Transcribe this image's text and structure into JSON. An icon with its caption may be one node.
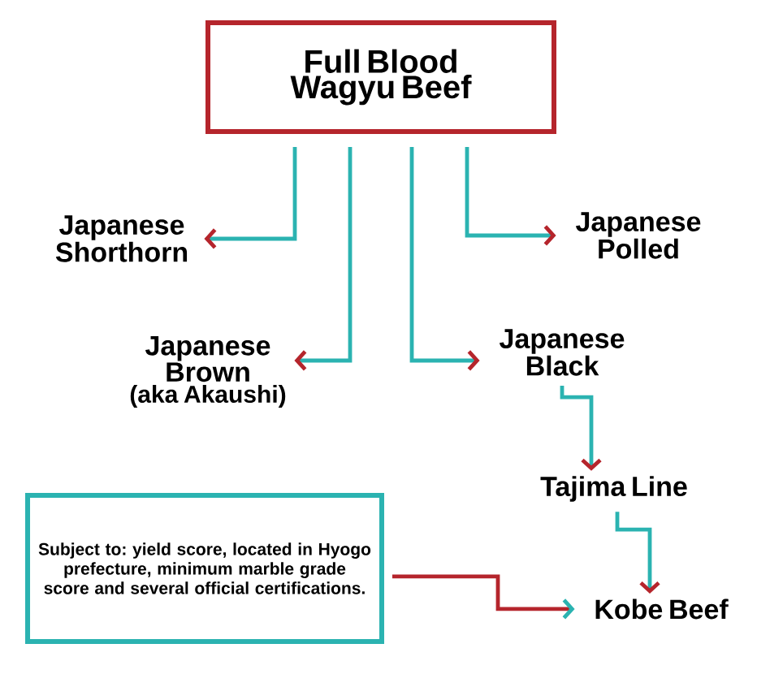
{
  "diagram": {
    "nodes": [
      {
        "text": [
          "Full Blood Wagyu Beef"
        ]
      },
      {
        "text": [
          "Japanese Shorthorn"
        ]
      },
      {
        "text": [
          "Japanese Polled"
        ]
      },
      {
        "text": [
          "Japanese Brown",
          "(aka Akaushi)"
        ]
      },
      {
        "text": [
          "Japanese Black"
        ]
      },
      {
        "text": [
          "Tajima Line"
        ]
      },
      {
        "text": [
          "Subject to: yield score, located in Hyogo prefecture, minimum marble grade score and several official certifications."
        ]
      },
      {
        "text": [
          "Kobe Beef"
        ]
      }
    ],
    "edges": [
      {
        "from": 0,
        "to": 1,
        "arrow": "to"
      },
      {
        "from": 0,
        "to": 2,
        "arrow": "to"
      },
      {
        "from": 0,
        "to": 3,
        "arrow": "to"
      },
      {
        "from": 0,
        "to": 4,
        "arrow": "to"
      },
      {
        "from": 4,
        "to": 5,
        "arrow": "to"
      },
      {
        "from": 5,
        "to": 7,
        "arrow": "to"
      },
      {
        "from": 6,
        "to": 7,
        "arrow": "to",
        "color": "#b5252c"
      }
    ]
  }
}
